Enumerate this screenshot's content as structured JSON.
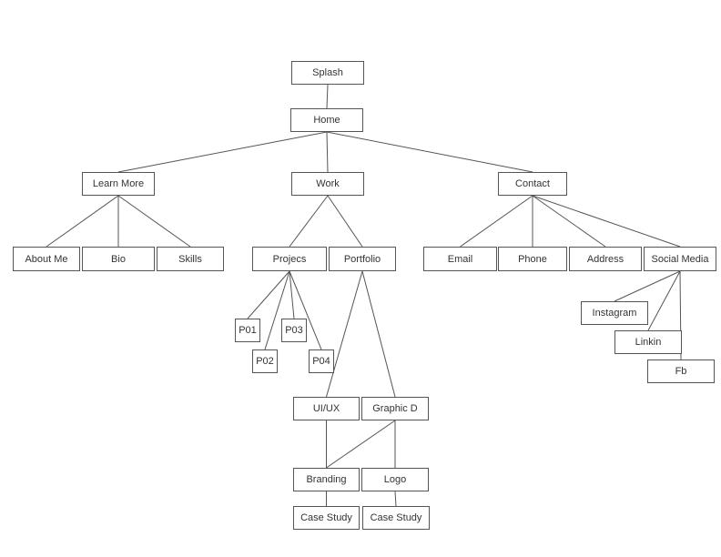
{
  "nodes": {
    "splash": "Splash",
    "home": "Home",
    "learn_more": "Learn More",
    "work": "Work",
    "contact": "Contact",
    "about_me": "About Me",
    "bio": "Bio",
    "skills": "Skills",
    "projects": "Projecs",
    "portfolio": "Portfolio",
    "email": "Email",
    "phone": "Phone",
    "address": "Address",
    "social_media": "Social Media",
    "p01": "P01",
    "p02": "P02",
    "p03": "P03",
    "p04": "P04",
    "instagram": "Instagram",
    "linkin": "Linkin",
    "fb": "Fb",
    "ui_ux": "UI/UX",
    "graphic_d": "Graphic D",
    "branding": "Branding",
    "logo": "Logo",
    "case_study_1": "Case Study",
    "case_study_2": "Case Study"
  },
  "edges": [
    [
      "splash",
      "home"
    ],
    [
      "home",
      "learn_more"
    ],
    [
      "home",
      "work"
    ],
    [
      "home",
      "contact"
    ],
    [
      "learn_more",
      "about_me"
    ],
    [
      "learn_more",
      "bio"
    ],
    [
      "learn_more",
      "skills"
    ],
    [
      "work",
      "projects"
    ],
    [
      "work",
      "portfolio"
    ],
    [
      "contact",
      "email"
    ],
    [
      "contact",
      "phone"
    ],
    [
      "contact",
      "address"
    ],
    [
      "contact",
      "social_media"
    ],
    [
      "projects",
      "p01"
    ],
    [
      "projects",
      "p02"
    ],
    [
      "projects",
      "p03"
    ],
    [
      "projects",
      "p04"
    ],
    [
      "portfolio",
      "ui_ux"
    ],
    [
      "portfolio",
      "graphic_d"
    ],
    [
      "social_media",
      "instagram"
    ],
    [
      "social_media",
      "linkin"
    ],
    [
      "social_media",
      "fb"
    ],
    [
      "ui_ux",
      "branding"
    ],
    [
      "graphic_d",
      "branding"
    ],
    [
      "graphic_d",
      "logo"
    ],
    [
      "branding",
      "case_study_1"
    ],
    [
      "logo",
      "case_study_2"
    ]
  ],
  "colors": {
    "line": "#555555",
    "border": "#555555",
    "text": "#333333"
  }
}
